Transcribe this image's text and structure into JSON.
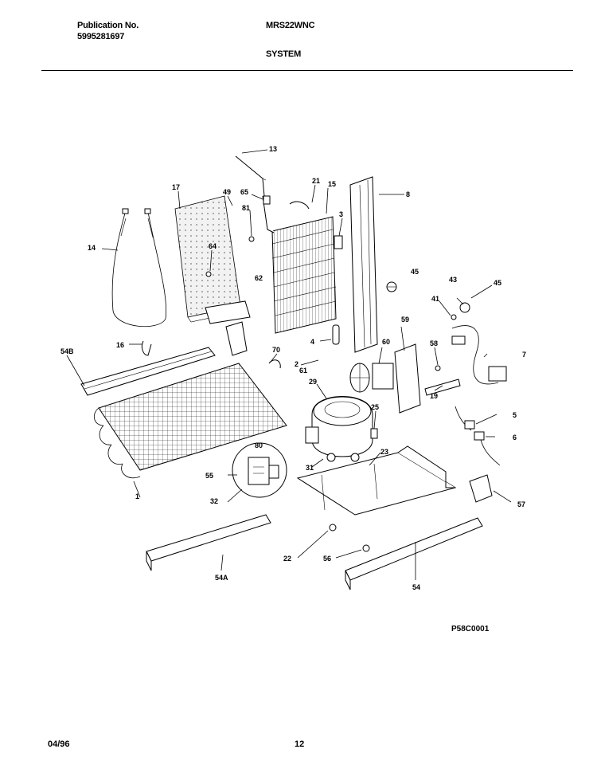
{
  "header": {
    "publication_label": "Publication No.",
    "publication_number": "5995281697",
    "model": "MRS22WNC",
    "section": "SYSTEM"
  },
  "diagram": {
    "code": "P58C0001",
    "callouts": [
      "13",
      "17",
      "49",
      "65",
      "81",
      "21",
      "15",
      "3",
      "8",
      "14",
      "64",
      "62",
      "45",
      "43",
      "45",
      "41",
      "59",
      "58",
      "7",
      "16",
      "54B",
      "70",
      "2",
      "4",
      "60",
      "61",
      "29",
      "19",
      "25",
      "5",
      "6",
      "80",
      "55",
      "32",
      "1",
      "31",
      "23",
      "57",
      "22",
      "56",
      "54A",
      "54"
    ]
  },
  "footer": {
    "date": "04/96",
    "page": "12"
  }
}
